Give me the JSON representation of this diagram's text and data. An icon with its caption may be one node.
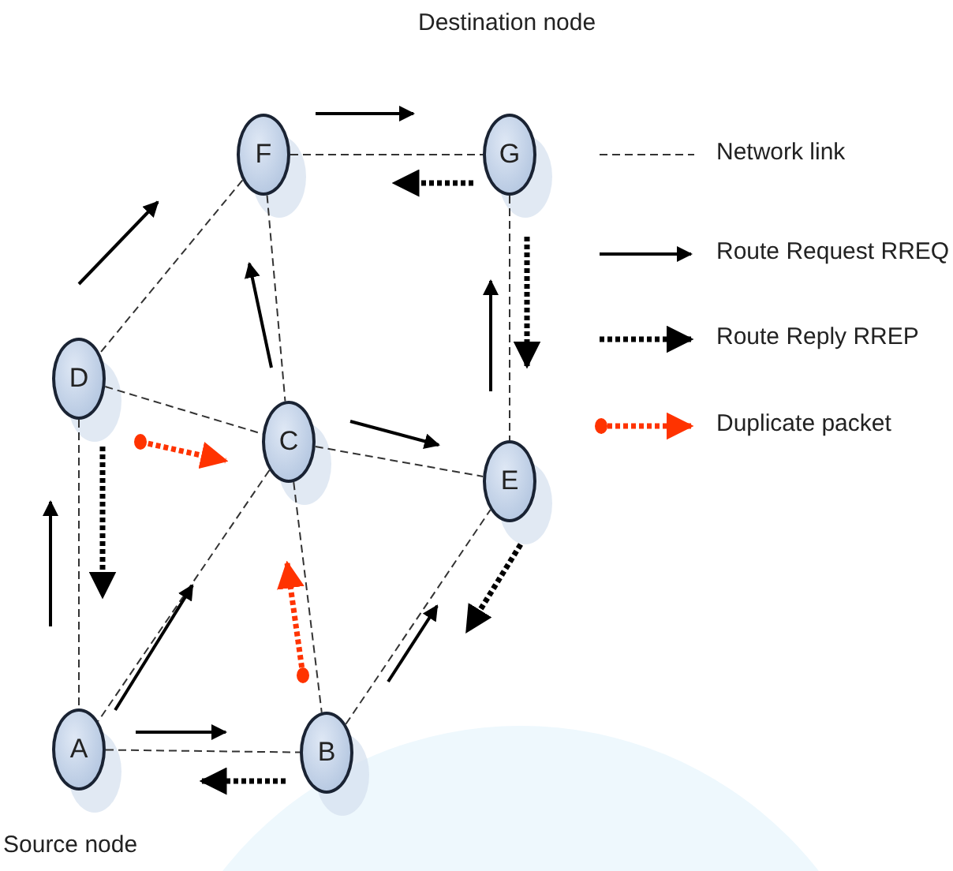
{
  "diagram": {
    "nodes": [
      {
        "text": [
          "F"
        ]
      },
      {
        "text": [
          "G"
        ],
        "beside": [
          "Destination node"
        ]
      },
      {
        "text": [
          "D"
        ]
      },
      {
        "text": [
          "C"
        ]
      },
      {
        "text": [
          "E"
        ]
      },
      {
        "text": [
          "A"
        ],
        "beside": [
          "Source node"
        ]
      },
      {
        "text": [
          "B"
        ]
      }
    ],
    "edges": [
      {
        "from": 0,
        "to": 1,
        "arrow": "none",
        "style": "dashed"
      },
      {
        "from": 0,
        "to": 2,
        "arrow": "none",
        "style": "dashed"
      },
      {
        "from": 0,
        "to": 3,
        "arrow": "none",
        "style": "dashed"
      },
      {
        "from": 1,
        "to": 4,
        "arrow": "none",
        "style": "dashed"
      },
      {
        "from": 2,
        "to": 3,
        "arrow": "none",
        "style": "dashed"
      },
      {
        "from": 2,
        "to": 5,
        "arrow": "none",
        "style": "dashed"
      },
      {
        "from": 3,
        "to": 4,
        "arrow": "none",
        "style": "dashed"
      },
      {
        "from": 3,
        "to": 5,
        "arrow": "none",
        "style": "dashed"
      },
      {
        "from": 3,
        "to": 6,
        "arrow": "none",
        "style": "dashed"
      },
      {
        "from": 5,
        "to": 6,
        "arrow": "none",
        "style": "dashed"
      },
      {
        "from": 6,
        "to": 4,
        "arrow": "none",
        "style": "dashed"
      }
    ],
    "legend": [
      {
        "text": "Network link"
      },
      {
        "text": "Route Request RREQ"
      },
      {
        "text": "Route Reply RREP"
      },
      {
        "text": "Duplicate packet"
      }
    ]
  }
}
